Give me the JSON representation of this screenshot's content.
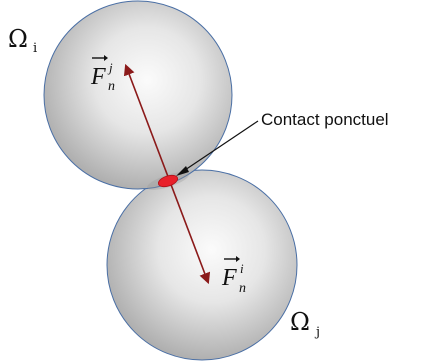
{
  "spheres": {
    "i": {
      "symbol": "Ω",
      "subscript": "i"
    },
    "j": {
      "symbol": "Ω",
      "subscript": "j"
    }
  },
  "forces": {
    "upper": {
      "base": "F",
      "superscript": "j",
      "subscript": "n"
    },
    "lower": {
      "base": "F",
      "superscript": "i",
      "subscript": "n"
    }
  },
  "contact_label": "Contact ponctuel",
  "colors": {
    "sphere_edge": "#4a6fa5",
    "force_arrow": "#8b1a1a",
    "contact_point": "#e8202a"
  }
}
